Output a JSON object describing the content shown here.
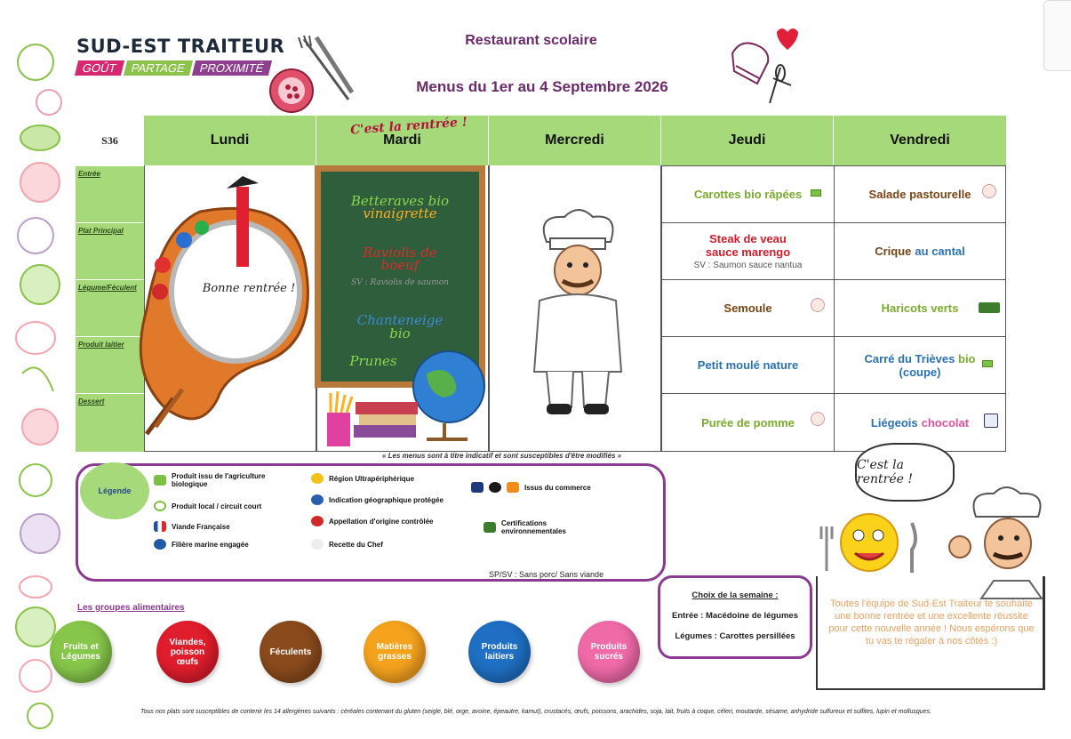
{
  "brand": {
    "name": "SUD-EST TRAITEUR",
    "tags": [
      "GOÛT",
      "PARTAGE",
      "PROXIMITÉ"
    ]
  },
  "header": {
    "title": "Restaurant scolaire",
    "subtitle": "Menus du 1er au 4 Septembre 2026"
  },
  "table": {
    "week": "S36",
    "days": [
      "Lundi",
      "Mardi",
      "Mercredi",
      "Jeudi",
      "Vendredi"
    ],
    "rows": [
      "Entrée",
      "Plat Principal",
      "Légume/Féculent",
      "Produit laitier",
      "Dessert"
    ],
    "rentree_note": "C'est la rentrée !",
    "lundi_text": "Bonne rentrée !",
    "mardi": {
      "entree_a": "Betteraves bio",
      "entree_b": "vinaigrette",
      "plat_a": "Raviolis de",
      "plat_b": "boeuf",
      "plat_sv": "SV : Raviolis de saumon",
      "legume_a": "Chanteneige",
      "legume_b": "bio",
      "dessert": "Prunes"
    },
    "jeudi": {
      "entree": "Carottes bio râpées",
      "plat_a": "Steak de veau",
      "plat_b": "sauce marengo",
      "plat_sv": "SV : Saumon sauce nantua",
      "legume": "Semoule",
      "laitier": "Petit moulé nature",
      "dessert": "Purée de pomme"
    },
    "vendredi": {
      "entree": "Salade pastourelle",
      "plat_a": "Crique",
      "plat_b": "au cantal",
      "legume": "Haricots verts",
      "laitier_a": "Carré du Trièves",
      "laitier_b": "bio",
      "laitier_c": "(coupe)",
      "dessert_a": "Liégeois",
      "dessert_b": "chocolat"
    }
  },
  "notice": "« Les menus sont à titre indicatif et sont susceptibles d'être modifiés »",
  "legend": {
    "title": "Légende",
    "items": [
      "Produit issu de l'agriculture biologique",
      "Produit local / circuit court",
      "Viande Française",
      "Filière marine engagée",
      "Région Ultrapériphérique",
      "Indication géographique protégée",
      "Appellation d'origine contrôlée",
      "Recette du Chef",
      "Issus du commerce",
      "Certifications environnementales"
    ],
    "spsv": "SP/SV : Sans porc/ Sans viande"
  },
  "choice": {
    "title": "Choix de la semaine :",
    "entree": "Entrée : Macédoine de légumes",
    "legumes": "Légumes : Carottes persillées"
  },
  "message": {
    "bubble": "C'est la rentrée !",
    "text": "Toutes l'équipe de Sud-Est Traiteur te souhaite une bonne rentrée et une excellente réussite pour cette nouvelle année ! Nous espérons que tu vas te régaler à nos côtés :)"
  },
  "food_groups": {
    "title": "Les groupes alimentaires",
    "items": [
      {
        "label": "Fruits et Légumes",
        "color": "#86c64a"
      },
      {
        "label": "Viandes, poisson œufs",
        "color": "#e01d2c"
      },
      {
        "label": "Féculents",
        "color": "#8a4a1c"
      },
      {
        "label": "Matières grasses",
        "color": "#f5a21d"
      },
      {
        "label": "Produits laitiers",
        "color": "#1f6fc4"
      },
      {
        "label": "Produits sucrés",
        "color": "#f06aa8"
      }
    ]
  },
  "allergens": "Tous nos plats sont susceptibles de contenir les 14 allergènes suivants : céréales contenant du gluten (seigle, blé, orge, avoine, épeautre, kamut), crustacés, œufs, poissons, arachides, soja, lait, fruits à coque, céleri, moutarde, sésame, anhydride sulfureux et sulfites, lupin et mollusques."
}
